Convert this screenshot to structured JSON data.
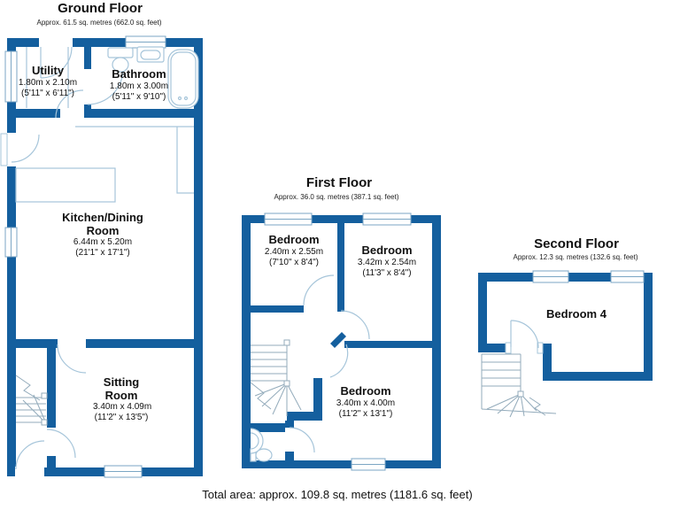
{
  "page": {
    "background": "#ffffff",
    "wall_color": "#145f9e",
    "line_color": "#a6c5da",
    "footer": "Total area: approx. 109.8 sq. metres (1181.6 sq. feet)"
  },
  "floors": [
    {
      "title": "Ground Floor",
      "subtitle": "Approx. 61.5 sq. metres (662.0 sq. feet)",
      "rooms": [
        {
          "name": "Utility",
          "metric": "1.80m x 2.10m",
          "imperial": "(5'11\" x 6'11\")"
        },
        {
          "name": "Bathroom",
          "metric": "1.80m x 3.00m",
          "imperial": "(5'11\" x 9'10\")"
        },
        {
          "name": "Kitchen/Dining Room",
          "metric": "6.44m x 5.20m",
          "imperial": "(21'1\" x 17'1\")"
        },
        {
          "name": "Sitting Room",
          "metric": "3.40m x 4.09m",
          "imperial": "(11'2\" x 13'5\")"
        }
      ]
    },
    {
      "title": "First Floor",
      "subtitle": "Approx. 36.0 sq. metres (387.1 sq. feet)",
      "rooms": [
        {
          "name": "Bedroom",
          "metric": "2.40m x 2.55m",
          "imperial": "(7'10\" x 8'4\")"
        },
        {
          "name": "Bedroom",
          "metric": "3.42m x 2.54m",
          "imperial": "(11'3\" x 8'4\")"
        },
        {
          "name": "Bedroom",
          "metric": "3.40m x 4.00m",
          "imperial": "(11'2\" x 13'1\")"
        }
      ]
    },
    {
      "title": "Second Floor",
      "subtitle": "Approx. 12.3 sq. metres (132.6 sq. feet)",
      "rooms": [
        {
          "name": "Bedroom 4"
        }
      ]
    }
  ]
}
